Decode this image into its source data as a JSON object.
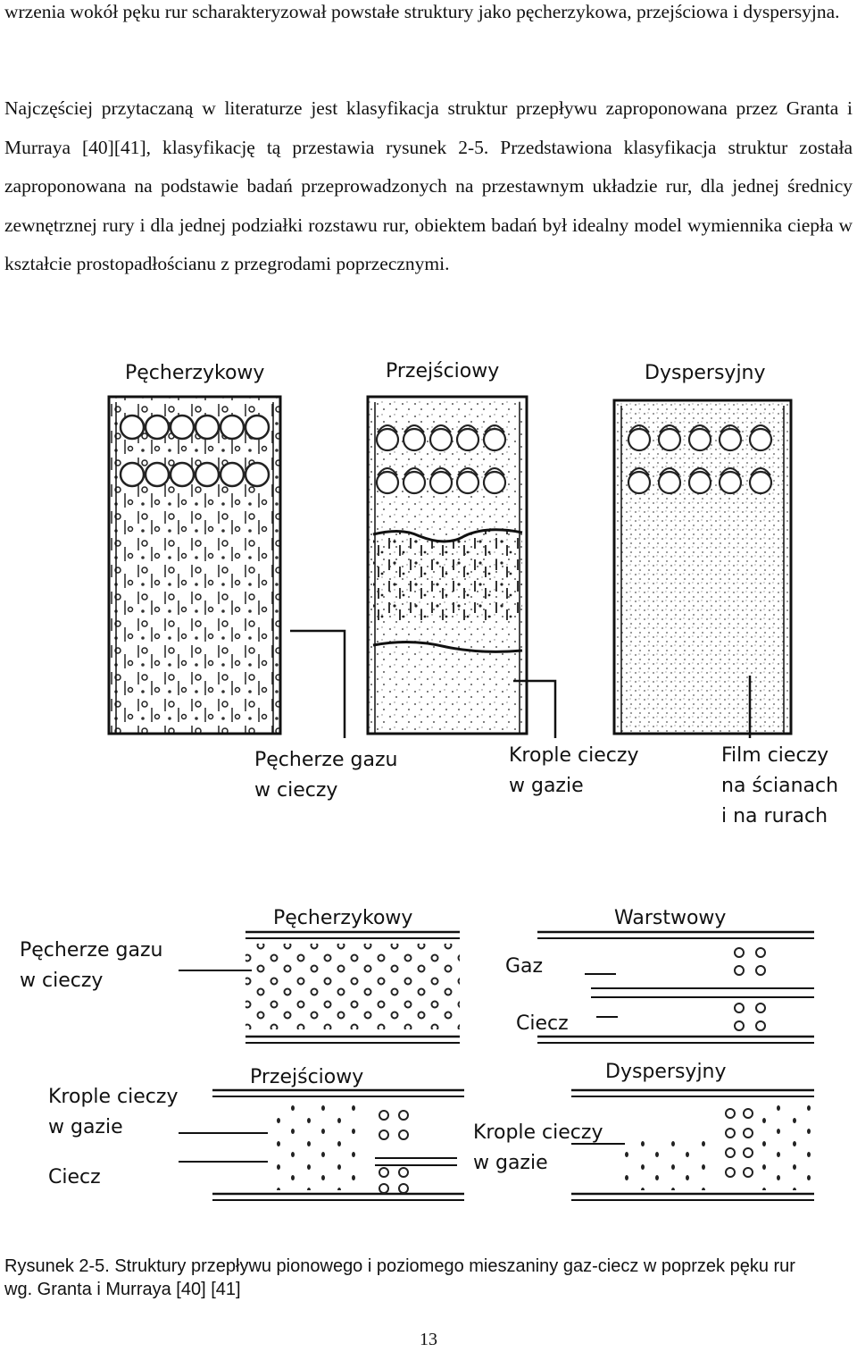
{
  "text": {
    "paragraph1": "wrzenia wokół pęku rur scharakteryzował powstałe struktury jako pęcherzykowa, przejściowa i dyspersyjna.",
    "paragraph2": "Najczęściej przytaczaną w literaturze jest klasyfikacja struktur przepływu zaproponowana przez Granta i Murraya [40][41], klasyfikację tą przestawia rysunek 2-5. Przedstawiona klasyfikacja struktur została zaproponowana na podstawie badań przeprowadzonych na przestawnym układzie rur, dla jednej średnicy zewnętrznej rury i dla jednej podziałki rozstawu rur, obiektem badań był idealny model wymiennika ciepła w kształcie prostopadłościanu z przegrodami poprzecznymi.",
    "caption_line1": "Rysunek 2-5. Struktury przepływu pionowego i poziomego mieszaniny gaz-ciecz w poprzek pęku rur",
    "caption_line2": "wg. Granta i Murraya [40] [41]",
    "page_number": "13"
  },
  "figure": {
    "vertical": {
      "panel1_title": "Pęcherzykowy",
      "panel2_title": "Przejściowy",
      "panel3_title": "Dyspersyjny",
      "label1_line1": "Pęcherze gazu",
      "label1_line2": "w cieczy",
      "label2_line1": "Krople cieczy",
      "label2_line2": "w gazie",
      "label3_line1": "Film cieczy",
      "label3_line2": "na ścianach",
      "label3_line3": "i na rurach"
    },
    "horizontal": {
      "panel1_title": "Pęcherzykowy",
      "panel2_title": "Warstwowy",
      "panel3_title": "Przejściowy",
      "panel4_title": "Dyspersyjny",
      "label_bubbles_line1": "Pęcherze gazu",
      "label_bubbles_line2": "w cieczy",
      "label_gas": "Gaz",
      "label_liquid": "Ciecz",
      "label_drops_line1": "Krople cieczy",
      "label_drops_line2": "w gazie",
      "label_liquid2": "Ciecz",
      "label_drops2_line1": "Krople cieczy",
      "label_drops2_line2": "w gazie"
    }
  }
}
